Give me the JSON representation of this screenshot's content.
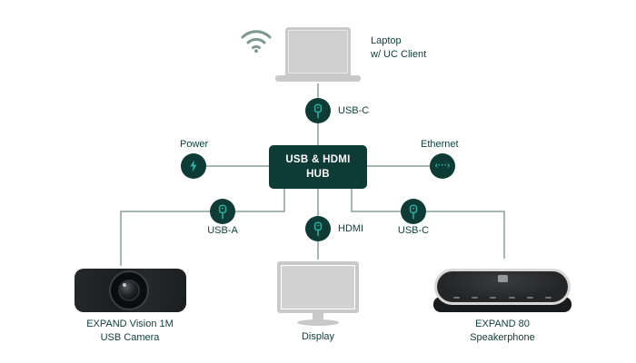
{
  "hub": {
    "line1": "USB & HDMI",
    "line2": "HUB"
  },
  "laptop": {
    "line1": "Laptop",
    "line2": "w/ UC Client"
  },
  "camera": {
    "line1": "EXPAND Vision 1M",
    "line2": "USB Camera"
  },
  "display": {
    "label": "Display"
  },
  "speakerphone": {
    "line1": "EXPAND 80",
    "line2": "Speakerphone"
  },
  "ports": {
    "usb_c_top": {
      "label": "USB-C"
    },
    "power": {
      "label": "Power"
    },
    "ethernet": {
      "label": "Ethernet",
      "glyph": "‹···›"
    },
    "usb_a": {
      "label": "USB-A"
    },
    "hdmi": {
      "label": "HDMI"
    },
    "usb_c_bottom": {
      "label": "USB-C"
    }
  },
  "colors": {
    "dark_teal": "#0e3b35",
    "accent_teal": "#29b1a2",
    "line_gray": "#8a9f9c",
    "label_text": "#12413b",
    "device_gray": "#c9c9c9",
    "wifi_gray": "#7e9793"
  }
}
